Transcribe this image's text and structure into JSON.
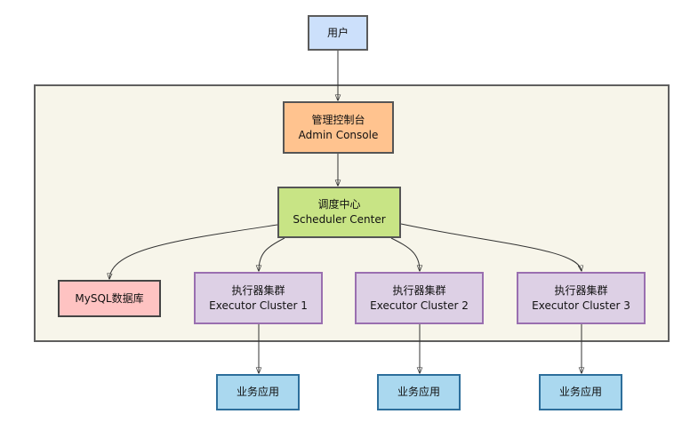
{
  "diagram": {
    "nodes": {
      "user": {
        "label": "用户"
      },
      "admin": {
        "label_cn": "管理控制台",
        "label_en": "Admin Console"
      },
      "scheduler": {
        "label_cn": "调度中心",
        "label_en": "Scheduler Center"
      },
      "mysql": {
        "label": "MySQL数据库"
      },
      "executors": [
        {
          "label_cn": "执行器集群",
          "label_en": "Executor Cluster 1"
        },
        {
          "label_cn": "执行器集群",
          "label_en": "Executor Cluster 2"
        },
        {
          "label_cn": "执行器集群",
          "label_en": "Executor Cluster 3"
        }
      ],
      "apps": [
        {
          "label": "业务应用"
        },
        {
          "label": "业务应用"
        },
        {
          "label": "业务应用"
        }
      ]
    },
    "edges": [
      {
        "from": "user",
        "to": "admin"
      },
      {
        "from": "admin",
        "to": "scheduler"
      },
      {
        "from": "scheduler",
        "to": "mysql"
      },
      {
        "from": "scheduler",
        "to": "executor-1"
      },
      {
        "from": "scheduler",
        "to": "executor-2"
      },
      {
        "from": "scheduler",
        "to": "executor-3"
      },
      {
        "from": "executor-1",
        "to": "app-1"
      },
      {
        "from": "executor-2",
        "to": "app-2"
      },
      {
        "from": "executor-3",
        "to": "app-3"
      }
    ],
    "colors": {
      "user_fill": "#cce0fb",
      "admin_fill": "#ffc38f",
      "scheduler_fill": "#c8e485",
      "mysql_fill": "#fec3c2",
      "executor_fill": "#ddd0e5",
      "executor_border": "#9a6fb0",
      "app_fill": "#aad8ef",
      "app_border": "#2d6e9b",
      "container_fill": "#f7f5ea"
    }
  }
}
